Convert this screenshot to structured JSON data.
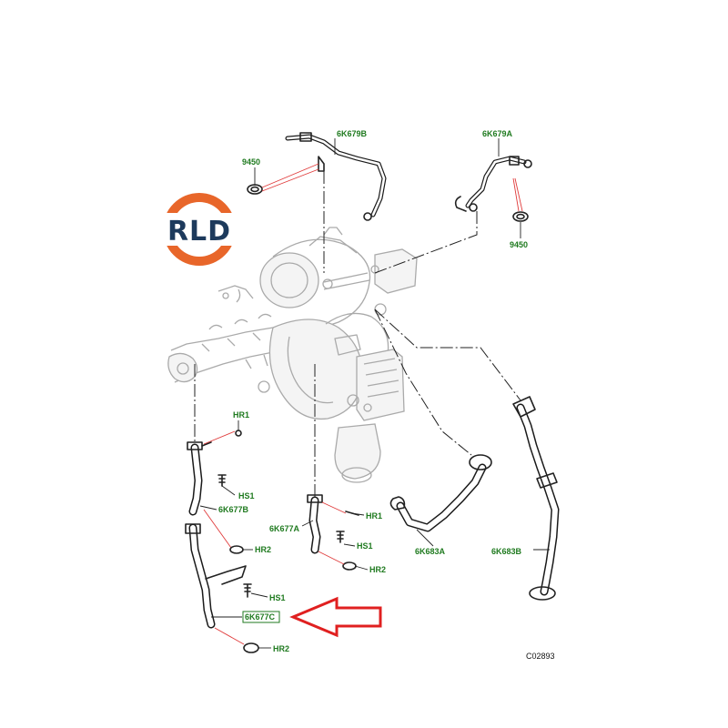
{
  "logo": {
    "text": "RLD",
    "ring_color": "#e8662a",
    "text_color": "#1d3a5c"
  },
  "labels": {
    "l_6k679b": "6K679B",
    "l_6k679a": "6K679A",
    "l_9450_left": "9450",
    "l_9450_right": "9450",
    "l_hr1_left": "HR1",
    "l_hs1_a": "HS1",
    "l_6k677b": "6K677B",
    "l_hr2_a": "HR2",
    "l_hs1_b": "HS1",
    "l_6k677c": "6K677C",
    "l_hr2_b": "HR2",
    "l_6k677a": "6K677A",
    "l_hr1_mid": "HR1",
    "l_hs1_c": "HS1",
    "l_hr2_c": "HR2",
    "l_6k683a": "6K683A",
    "l_6k683b": "6K683B"
  },
  "reference_code": "C02893",
  "highlight": {
    "target": "6K677C",
    "arrow_color": "#e02020",
    "label_color": "#1f7a1f"
  }
}
